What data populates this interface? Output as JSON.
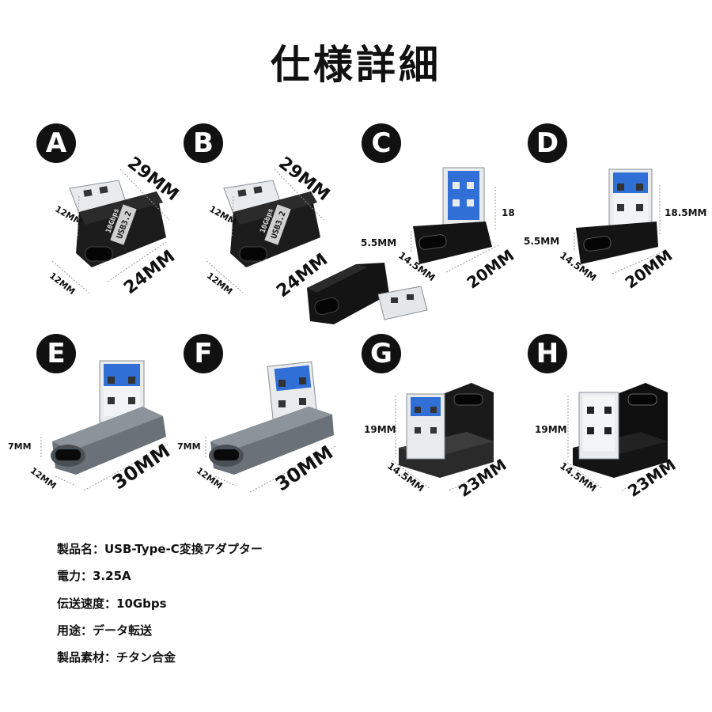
{
  "title": "仕様詳細",
  "variants": [
    {
      "letter": "A",
      "dims": [
        "29MM",
        "12MM",
        "12MM",
        "24MM"
      ],
      "chip": [
        "USB3.2",
        "10Gbps"
      ]
    },
    {
      "letter": "B",
      "dims": [
        "29MM",
        "12MM",
        "12MM",
        "24MM"
      ],
      "chip": [
        "USB3.2",
        "10Gbps"
      ]
    },
    {
      "letter": "C",
      "dims": [
        "18",
        "5.5MM",
        "14.5MM",
        "20MM"
      ]
    },
    {
      "letter": "D",
      "dims": [
        "18.5MM",
        "5.5MM",
        "14.5MM",
        "20MM"
      ]
    },
    {
      "letter": "E",
      "dims": [
        "7MM",
        "12MM",
        "30MM"
      ]
    },
    {
      "letter": "F",
      "dims": [
        "7MM",
        "12MM",
        "30MM"
      ]
    },
    {
      "letter": "G",
      "dims": [
        "19MM",
        "14.5MM",
        "23MM"
      ]
    },
    {
      "letter": "H",
      "dims": [
        "19MM",
        "14.5MM",
        "23MM"
      ]
    }
  ],
  "specs": [
    "製品名：USB-Type-C変換アダプター",
    "電力：3.25A",
    "伝送速度：10Gbps",
    "用途：データ転送",
    "製品素材：チタン合金"
  ],
  "colors": {
    "accent_blue": "#2f6fd6",
    "body_black": "#161616",
    "body_gray": "#6b7178",
    "metal": "#d6d9dc"
  }
}
